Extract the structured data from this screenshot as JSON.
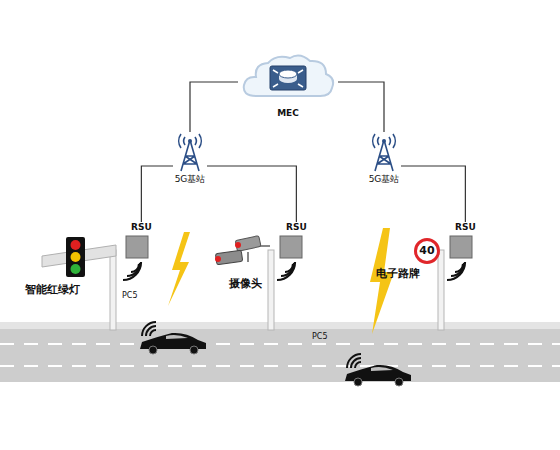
{
  "diagram": {
    "nodes": [
      {
        "text": [
          "MEC"
        ]
      },
      {
        "text": [
          "5G基站"
        ]
      },
      {
        "text": [
          "5G基站"
        ]
      },
      {
        "text": [
          "RSU"
        ]
      },
      {
        "text": [
          "RSU"
        ]
      },
      {
        "text": [
          "RSU"
        ]
      },
      {
        "text": [
          "40"
        ]
      }
    ],
    "edges": [
      {
        "from": 0,
        "to": 1,
        "arrow": "none"
      },
      {
        "from": 0,
        "to": 2,
        "arrow": "none"
      },
      {
        "from": 1,
        "to": 3,
        "arrow": "none"
      },
      {
        "from": 1,
        "to": 4,
        "arrow": "none"
      },
      {
        "from": 2,
        "to": 5,
        "arrow": "none"
      }
    ],
    "labels": [
      "智能红绿灯",
      "摄像头",
      "电子路牌",
      "PC5",
      "PC5"
    ]
  }
}
